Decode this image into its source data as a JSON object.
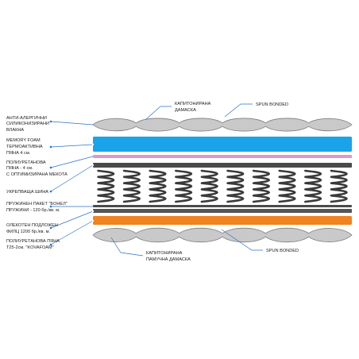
{
  "colors": {
    "label_text": "#1b1b1b",
    "leader_line": "#2b73c9",
    "quilted_fabric": "#c9c9c9",
    "quilted_outline": "#7d7d7d",
    "memory_foam": "#1aa3e8",
    "soft_foam": "#d998cf",
    "reinforcing_strip": "#4a4a4a",
    "spring": "#3a3a3a",
    "felt": "#555555",
    "orange_foam": "#ef8420"
  },
  "labels": {
    "top_quilted_damask": [
      "КАПИТОНИРАНА",
      "ДАМАСКА"
    ],
    "top_spun_bonded": [
      "SPUN BONDED"
    ],
    "anti_allergic_fibers": [
      "АНТИ-АЛЕРГИЧНИ",
      "СИЛИКОНИЗИРАНИ",
      "ВЛАКНА"
    ],
    "memory_foam": [
      "MEMORY FOAM",
      "ТЕРМОАКТИВНА",
      "ПЯНА 4 см."
    ],
    "polyurethane_foam_soft": [
      "ПОЛИУРЕТАНОВА",
      "ПЯНА - 4 см.",
      "С ОПТИМИЗИРАНА МЕКОТА"
    ],
    "reinforcing_strip": [
      "УКРЕПВАЩА ШИНА"
    ],
    "bonnell_springs": [
      "ПРУЖИНЕН ПАКЕТ \"БОНЕЛ\"",
      "ПРУЖИНИ - 120 бр./кв. м."
    ],
    "felt_base": [
      "ОЛЕКОТЕН ПОДЛОЖЕН",
      "ФИЛЦ 1200 бр./кв. м."
    ],
    "polyurethane_foam_t25": [
      "ПОЛИУРЕТАНОВА ПЯНА",
      "Т25-2см. \"KOVAFOAM\""
    ],
    "bottom_quilted_cotton_damask": [
      "КАПИТОНИРАНА",
      "ПАМУЧНА ДАМАСКА"
    ],
    "bottom_spun_bonded": [
      "SPUN BONDED"
    ]
  },
  "layers": {
    "spring_columns": 10
  }
}
